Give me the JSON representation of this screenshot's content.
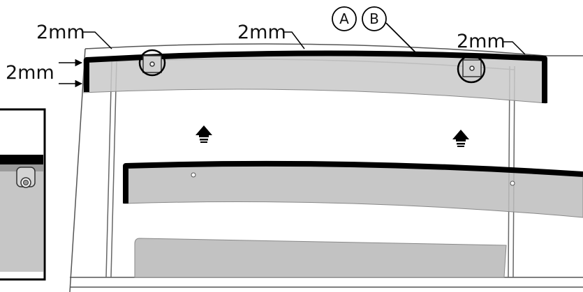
{
  "labels": {
    "dim_top_left": "2mm",
    "dim_top_center": "2mm",
    "dim_top_right": "2mm",
    "dim_side": "2mm",
    "callout_a": "A",
    "callout_b": "B"
  },
  "colors": {
    "outline": "#000000",
    "glass": "#c9c9c9",
    "shade": "#b8b8b8",
    "frame": "#8a8a8a"
  }
}
